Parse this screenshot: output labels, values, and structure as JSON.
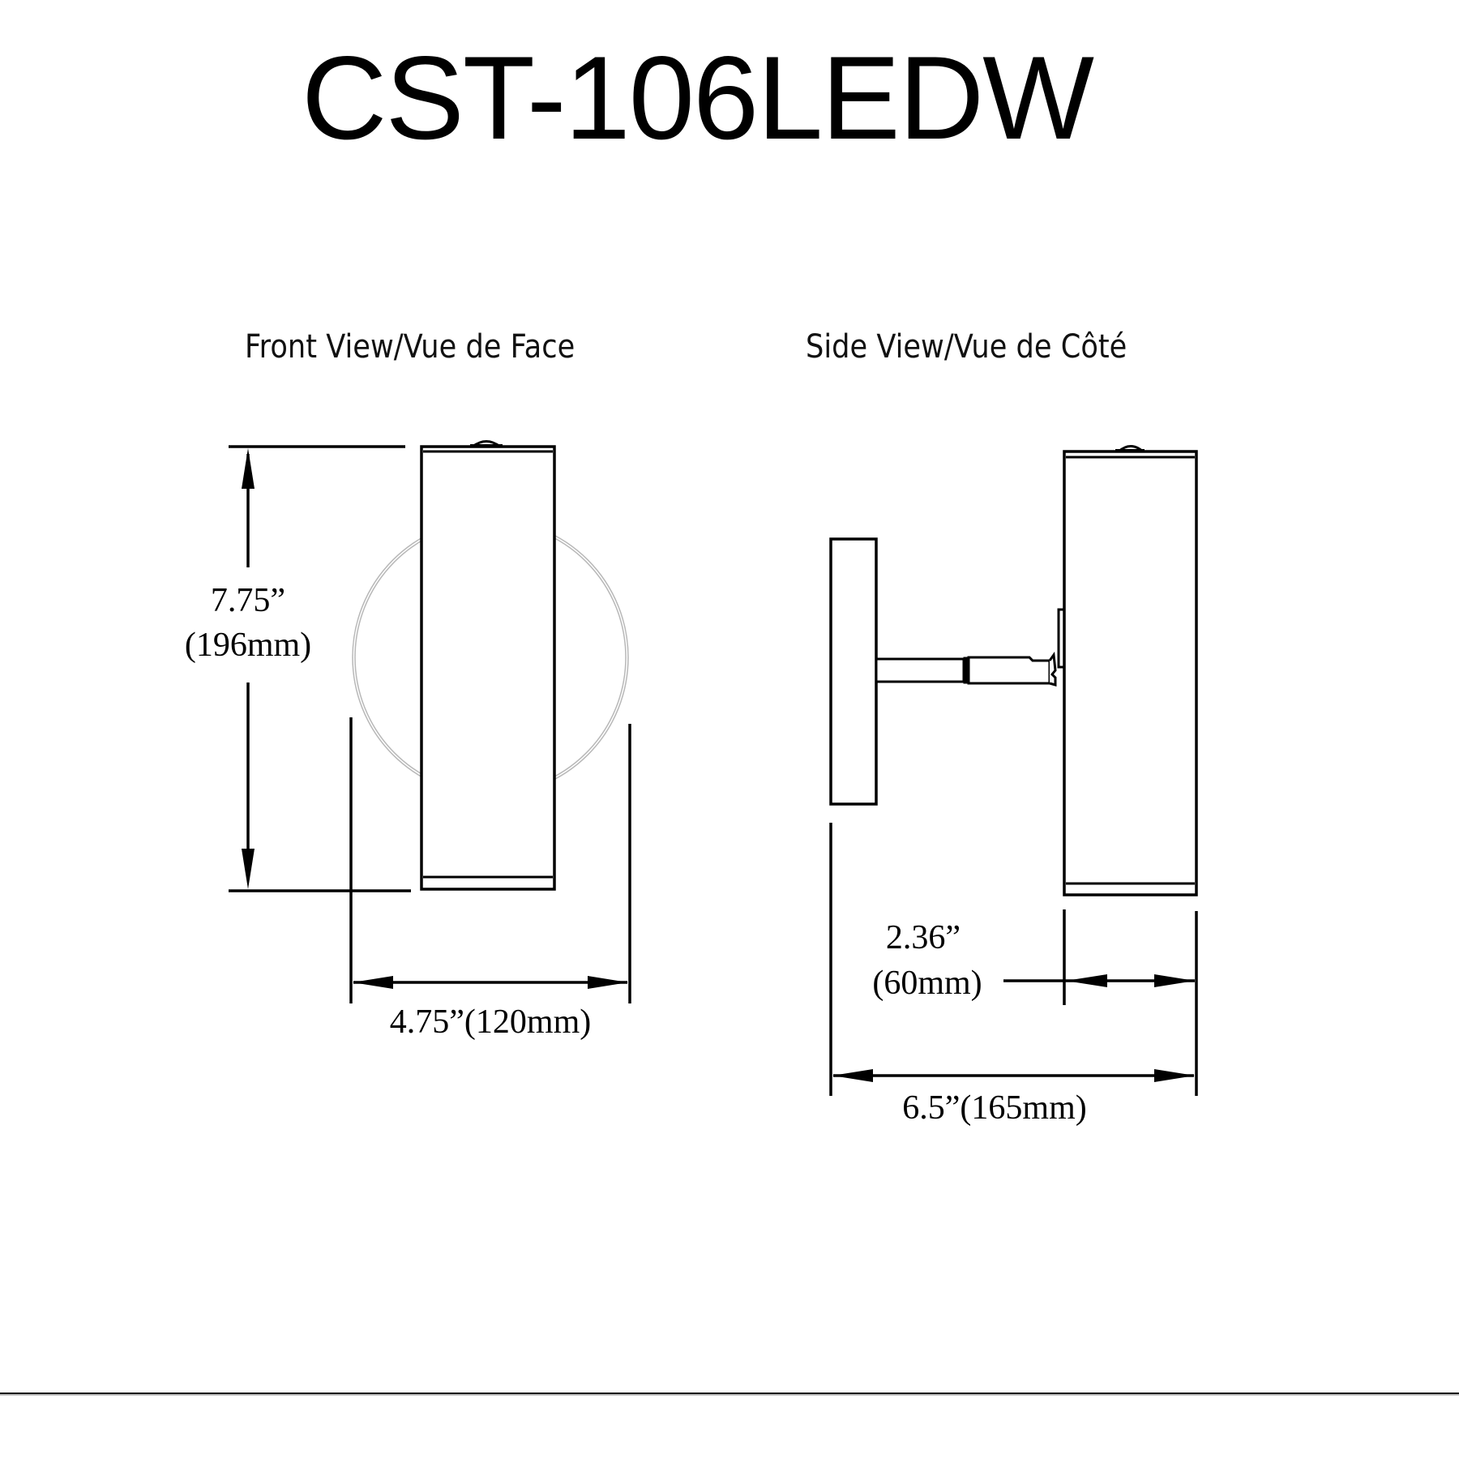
{
  "title": "CST-106LEDW",
  "views": {
    "front": {
      "label": "Front View/Vue de Face",
      "height_in": "7.75”",
      "height_mm": "(196mm)",
      "width_label": "4.75”(120mm)"
    },
    "side": {
      "label": "Side View/Vue de Côté",
      "depth_in": "2.36”",
      "depth_mm": "(60mm)",
      "extension_label": "6.5”(165mm)"
    }
  },
  "colors": {
    "line": "#000000",
    "canopy": "#b0b0b0",
    "background": "#ffffff"
  }
}
